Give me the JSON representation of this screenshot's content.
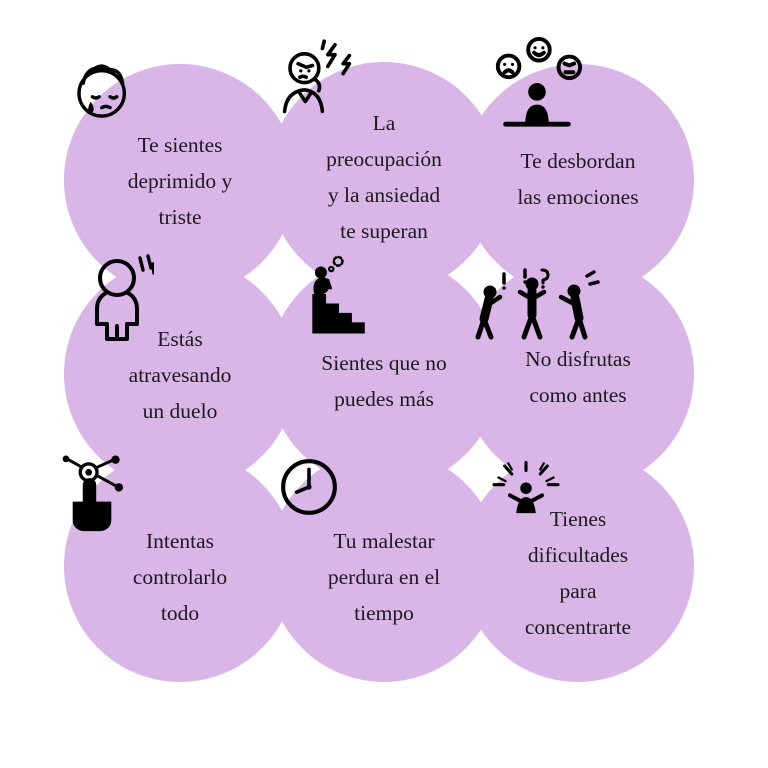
{
  "page": {
    "background": "#ffffff",
    "circle_color": "#dab6e8",
    "text_color": "#1b1b1b"
  },
  "cells": [
    {
      "icon": "crying-person-icon",
      "text": "Te sientes\ndeprimido y\ntriste"
    },
    {
      "icon": "anxious-person-icon",
      "text": "La\npreocupación\ny la ansiedad\nte superan"
    },
    {
      "icon": "overflowing-emotions-icon",
      "text": "Te desbordan\nlas emociones"
    },
    {
      "icon": "grieving-person-icon",
      "text": "Estás\natravesando\nun duelo"
    },
    {
      "icon": "exhausted-on-stairs-icon",
      "text": "Sientes que no\npuedes más"
    },
    {
      "icon": "arguing-people-icon",
      "text": "No disfrutas\ncomo antes"
    },
    {
      "icon": "control-everything-icon",
      "text": "Intentas\ncontrolarlo\ntodo"
    },
    {
      "icon": "clock-icon",
      "text": "Tu malestar\nperdura en el\ntiempo"
    },
    {
      "icon": "scattered-focus-icon",
      "text": "Tienes\ndificultades\npara\nconcentrarte"
    }
  ]
}
